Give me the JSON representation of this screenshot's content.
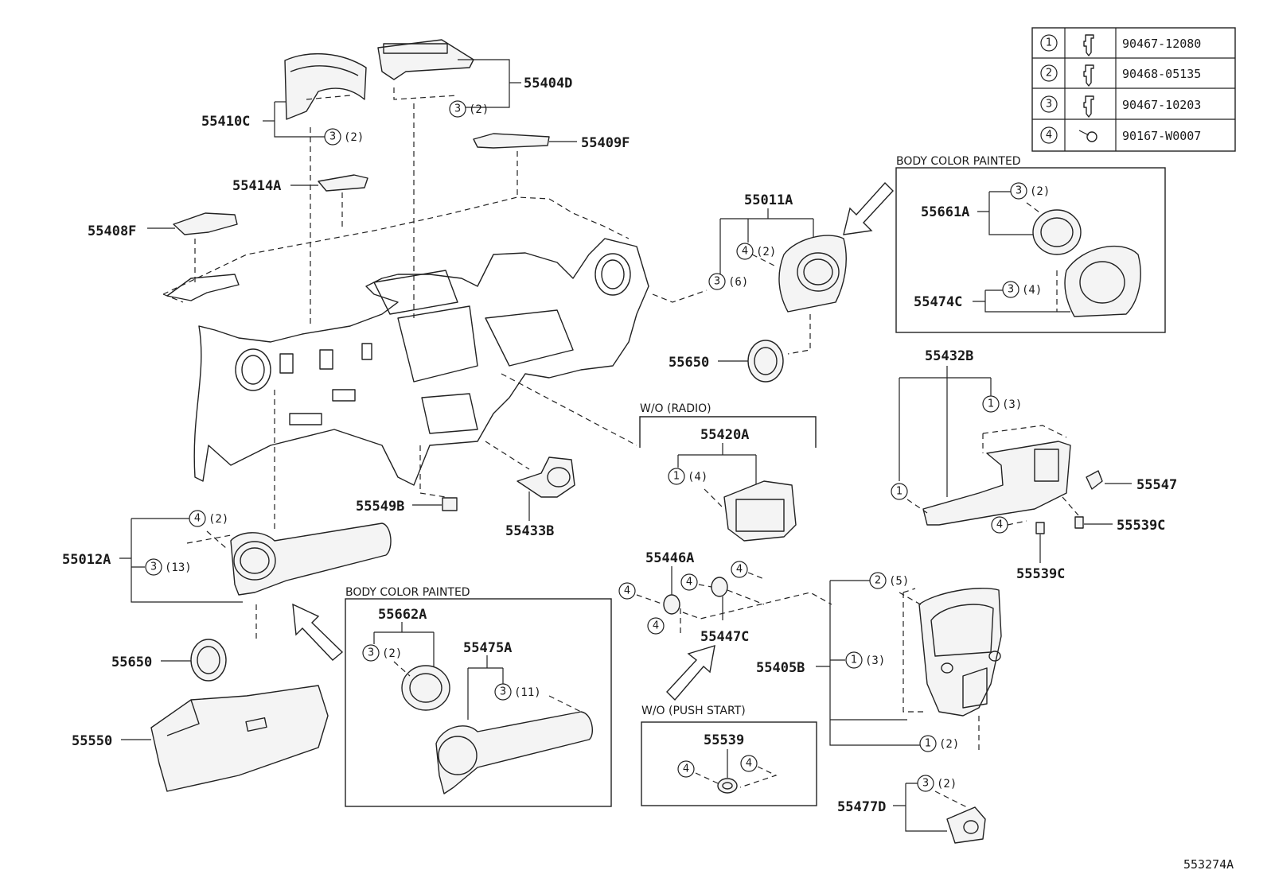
{
  "figure_id": "553274A",
  "legend": [
    {
      "num": "1",
      "part_no": "90467-12080",
      "icon": "clip-icon"
    },
    {
      "num": "2",
      "part_no": "90468-05135",
      "icon": "clip-icon"
    },
    {
      "num": "3",
      "part_no": "90467-10203",
      "icon": "clip-icon"
    },
    {
      "num": "4",
      "part_no": "90167-W0007",
      "icon": "screw-icon"
    }
  ],
  "boxes": {
    "body_color_1": "BODY COLOR PAINTED",
    "body_color_2": "BODY COLOR PAINTED",
    "wo_radio": "W/O (RADIO)",
    "wo_push_start": "W/O (PUSH  START)"
  },
  "labels": {
    "p55410C": "55410C",
    "p55404D": "55404D",
    "p55409F": "55409F",
    "p55414A": "55414A",
    "p55408F": "55408F",
    "p55011A": "55011A",
    "p55650a": "55650",
    "p55661A": "55661A",
    "p55474C": "55474C",
    "p55432B": "55432B",
    "p55547": "55547",
    "p55539Ca": "55539C",
    "p55539Cb": "55539C",
    "p55420A": "55420A",
    "p55549B": "55549B",
    "p55433B": "55433B",
    "p55012A": "55012A",
    "p55650b": "55650",
    "p55550": "55550",
    "p55662A": "55662A",
    "p55475A": "55475A",
    "p55446A": "55446A",
    "p55447C": "55447C",
    "p55405B": "55405B",
    "p55539": "55539",
    "p55477D": "55477D"
  },
  "callouts": {
    "c55410C": {
      "num": "3",
      "qty": "(2)"
    },
    "c55404D": {
      "num": "3",
      "qty": "(2)"
    },
    "c55011A_a": {
      "num": "4",
      "qty": "(2)"
    },
    "c55011A_b": {
      "num": "3",
      "qty": "(6)"
    },
    "c55661A": {
      "num": "3",
      "qty": "(2)"
    },
    "c55474C": {
      "num": "3",
      "qty": "(4)"
    },
    "c55432B_a": {
      "num": "1",
      "qty": "(3)"
    },
    "c55432B_b": {
      "num": "1",
      "qty": ""
    },
    "c55432B_c": {
      "num": "4",
      "qty": ""
    },
    "c55420A": {
      "num": "1",
      "qty": "(4)"
    },
    "c55012A_a": {
      "num": "4",
      "qty": "(2)"
    },
    "c55012A_b": {
      "num": "3",
      "qty": "(13)"
    },
    "c55662A": {
      "num": "3",
      "qty": "(2)"
    },
    "c55475A": {
      "num": "3",
      "qty": "(11)"
    },
    "c55446A_a": {
      "num": "4",
      "qty": ""
    },
    "c55446A_b": {
      "num": "4",
      "qty": ""
    },
    "c55446A_c": {
      "num": "4",
      "qty": ""
    },
    "c55446A_d": {
      "num": "4",
      "qty": ""
    },
    "c55405B_a": {
      "num": "2",
      "qty": "(5)"
    },
    "c55405B_b": {
      "num": "1",
      "qty": "(3)"
    },
    "c55405B_c": {
      "num": "1",
      "qty": "(2)"
    },
    "c55539_a": {
      "num": "4",
      "qty": ""
    },
    "c55539_b": {
      "num": "4",
      "qty": ""
    },
    "c55477D": {
      "num": "3",
      "qty": "(2)"
    }
  }
}
